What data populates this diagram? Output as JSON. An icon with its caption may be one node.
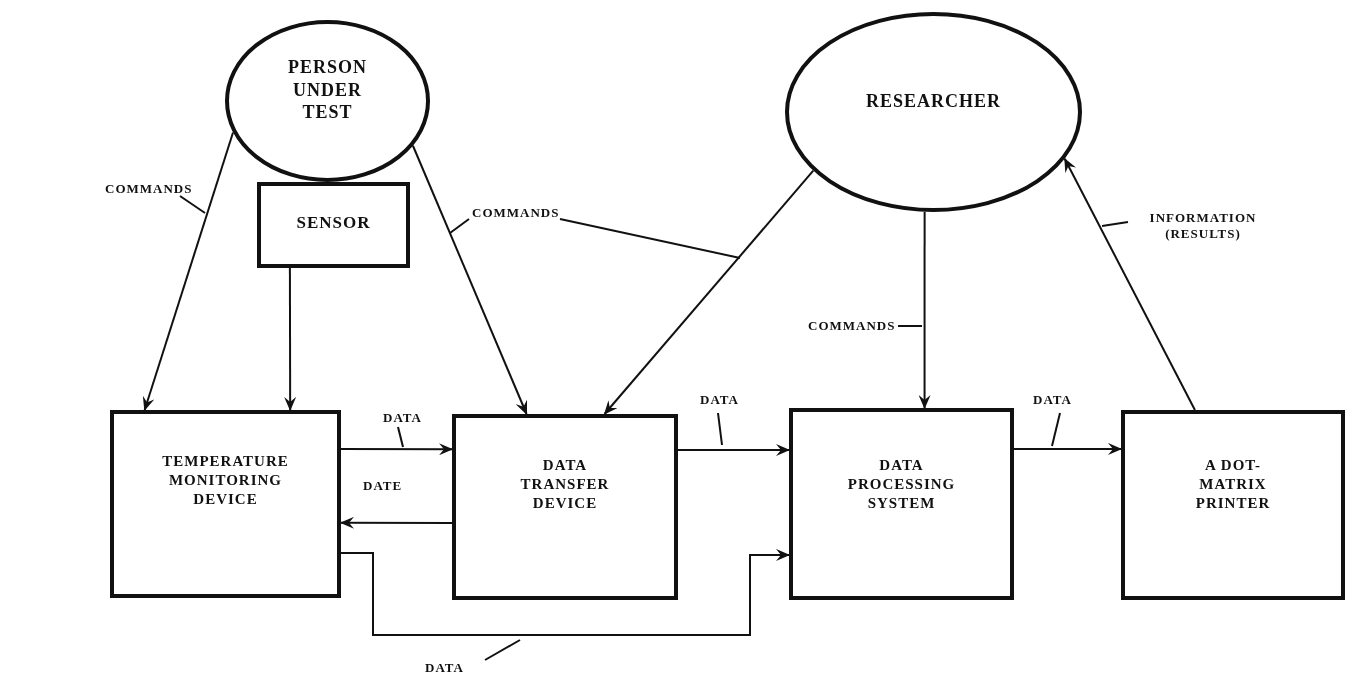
{
  "diagram": {
    "nodes": [
      {
        "text": [
          "PERSON UNDER TEST"
        ]
      },
      {
        "text": [
          "SENSOR"
        ]
      },
      {
        "text": [
          "RESEARCHER"
        ]
      },
      {
        "text": [
          "TEMPERATURE MONITORING DEVICE"
        ]
      },
      {
        "text": [
          "DATA TRANSFER DEVICE"
        ]
      },
      {
        "text": [
          "DATA PROCESSING SYSTEM"
        ]
      },
      {
        "text": [
          "A DOT-MATRIX PRINTER"
        ]
      }
    ],
    "edges": [
      {
        "from": 0,
        "to": 3,
        "arrow": "to",
        "label": "COMMANDS"
      },
      {
        "from": 1,
        "to": 3,
        "arrow": "to"
      },
      {
        "from": 0,
        "to": 4,
        "arrow": "to",
        "label": "COMMANDS"
      },
      {
        "from": 2,
        "to": 4,
        "arrow": "to"
      },
      {
        "from": 2,
        "to": 5,
        "arrow": "to",
        "label": "COMMANDS"
      },
      {
        "from": 3,
        "to": 4,
        "arrow": "to",
        "label": "DATA"
      },
      {
        "from": 4,
        "to": 3,
        "arrow": "to",
        "label": "DATE"
      },
      {
        "from": 3,
        "to": 5,
        "arrow": "to",
        "label": "DATA"
      },
      {
        "from": 4,
        "to": 5,
        "arrow": "to",
        "label": "DATA"
      },
      {
        "from": 5,
        "to": 6,
        "arrow": "to",
        "label": "DATA"
      },
      {
        "from": 6,
        "to": 2,
        "arrow": "to",
        "label": "INFORMATION (RESULTS)"
      }
    ]
  }
}
